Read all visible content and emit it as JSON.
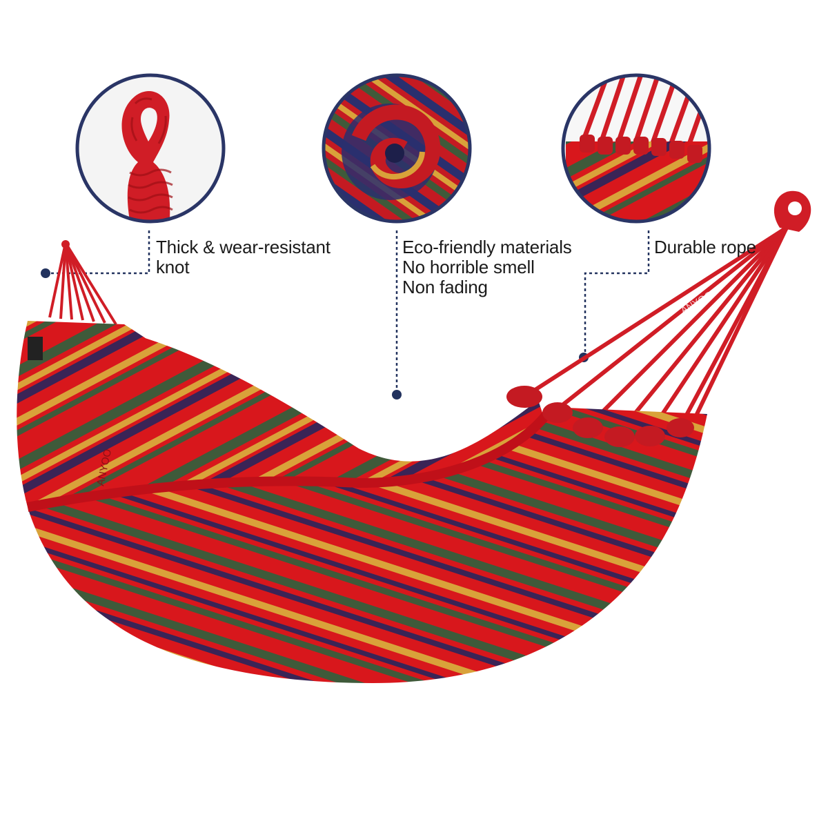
{
  "callouts": {
    "knot": {
      "lines": [
        "Thick & wear-resistant",
        "knot"
      ]
    },
    "materials": {
      "lines": [
        "Eco-friendly materials",
        "No horrible smell",
        "Non fading"
      ]
    },
    "rope": {
      "lines": [
        "Durable rope"
      ]
    }
  },
  "labels": {
    "brand_on_fabric": "ANYOO",
    "brand_on_rope": "ANYOO"
  },
  "colors": {
    "red": "#d8171c",
    "dark_red": "#a50f14",
    "green": "#3f5a3a",
    "purple": "#3a2456",
    "yellow": "#d9a23a",
    "navy": "#22325e",
    "circle_border": "#2a3566"
  }
}
